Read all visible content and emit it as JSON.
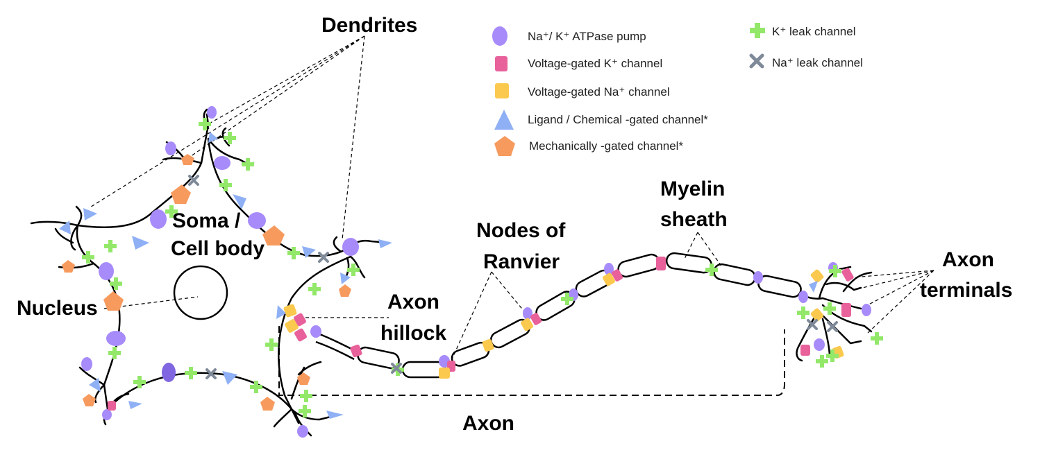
{
  "labels": {
    "dendrites": "Dendrites",
    "soma_line1": "Soma /",
    "soma_line2": "Cell body",
    "nucleus": "Nucleus",
    "axon_hillock_line1": "Axon",
    "axon_hillock_line2": "hillock",
    "nodes_line1": "Nodes of",
    "nodes_line2": "Ranvier",
    "myelin_line1": "Myelin",
    "myelin_line2": "sheath",
    "terminals_line1": "Axon",
    "terminals_line2": "terminals",
    "axon": "Axon"
  },
  "legend": [
    {
      "key": "pump",
      "label": "Na⁺/ K⁺ ATPase pump",
      "color": "#a78bfa",
      "icon": "oval-icon"
    },
    {
      "key": "vgk",
      "label": "Voltage-gated K⁺ channel",
      "color": "#e8619a",
      "icon": "rounded-square-icon"
    },
    {
      "key": "vgna",
      "label": "Voltage-gated Na⁺ channel",
      "color": "#fbc94e",
      "icon": "rounded-square-icon"
    },
    {
      "key": "ligand",
      "label": "Ligand / Chemical -gated channel*",
      "color": "#8fb0f5",
      "icon": "triangle-icon"
    },
    {
      "key": "mech",
      "label": "Mechanically -gated channel*",
      "color": "#f79a5e",
      "icon": "pentagon-icon"
    },
    {
      "key": "kleak",
      "label": "K⁺ leak channel",
      "color": "#93e86a",
      "icon": "cross-icon"
    },
    {
      "key": "naleak",
      "label": "Na⁺ leak channel",
      "color": "#7f8a99",
      "icon": "x-icon"
    }
  ]
}
